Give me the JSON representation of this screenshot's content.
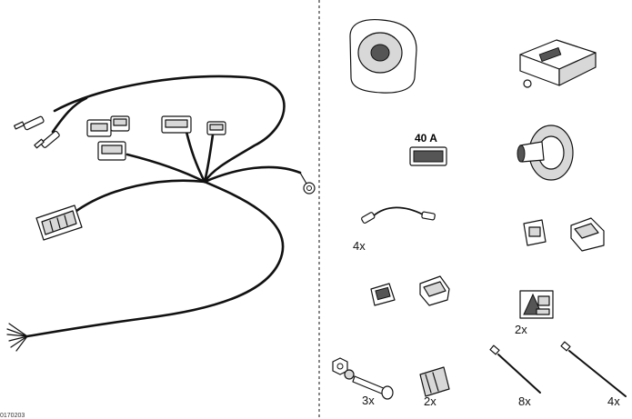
{
  "labels": {
    "fuse": "40 A",
    "connector_wire_qty": "4x",
    "sticker_qty": "2x",
    "bolt_qty": "3x",
    "foam_qty": "2x",
    "tie_small_qty": "8x",
    "tie_large_qty": "4x",
    "drawing_code": "0170203"
  }
}
